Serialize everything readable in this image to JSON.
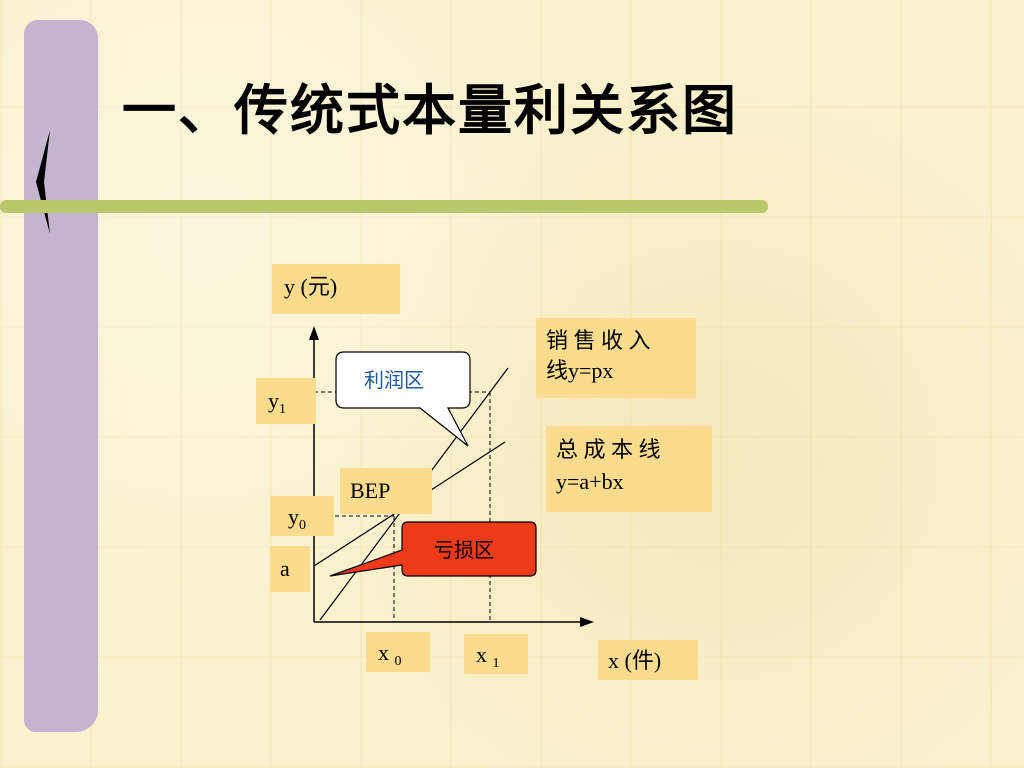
{
  "title": "一、传统式本量利关系图",
  "colors": {
    "background": "#f8efc8",
    "side_bar": "#c4b4cf",
    "accent_line": "#b8c86a",
    "label_box": "#fbdb8d",
    "profit_callout_text": "#1a5a9a",
    "loss_callout_fill": "#ef3a1a"
  },
  "chart_data": {
    "type": "line",
    "title": "",
    "ylabel": "y (元)",
    "xlabel": "x (件)",
    "series": [
      {
        "name": "销 售 收 入 线y=px",
        "label_line1": "销 售 收 入",
        "label_line2": "线y=px",
        "intercept": 0,
        "slope": 1.0
      },
      {
        "name": "总 成 本 线 y=a+bx",
        "label_line1": "总 成 本 线",
        "label_line2": "y=a+bx",
        "intercept": 1.0,
        "slope": 0.55
      }
    ],
    "reference_points": {
      "y_axis": [
        {
          "label": "y",
          "sub": "1"
        },
        {
          "label": "y",
          "sub": "0"
        },
        {
          "label": "a",
          "sub": ""
        }
      ],
      "x_axis": [
        {
          "label": "x ",
          "sub": "0"
        },
        {
          "label": "x ",
          "sub": "1"
        }
      ]
    },
    "break_even_label": "BEP",
    "regions": {
      "profit": "利润区",
      "loss": "亏损区"
    }
  }
}
